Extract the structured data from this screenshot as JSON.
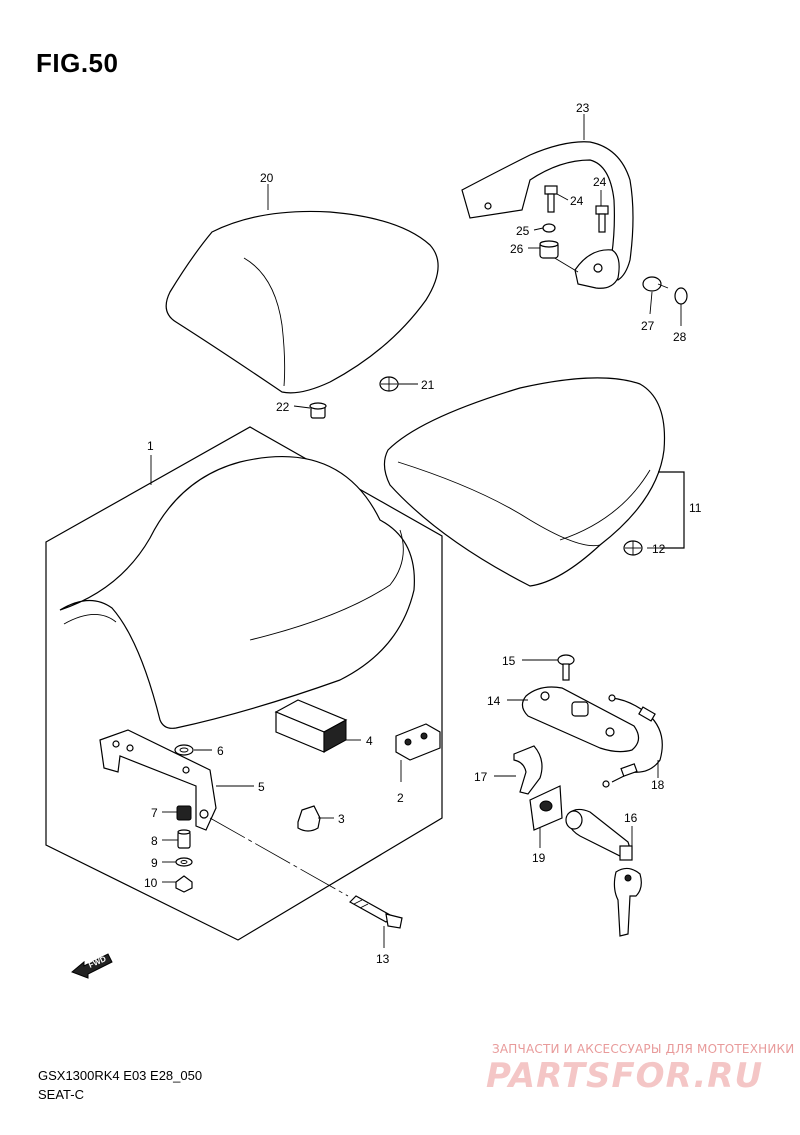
{
  "figure": {
    "title": "FIG.50"
  },
  "footer": {
    "model_code": "GSX1300RK4 E03 E28_050",
    "section": "SEAT-C"
  },
  "watermark": {
    "tagline": "ЗАПЧАСТИ И АКСЕССУАРЫ ДЛЯ МОТОТЕХНИКИ",
    "brand": "PARTSFOR.RU"
  },
  "fwd_label": "FWD",
  "callouts": [
    "1",
    "2",
    "3",
    "4",
    "5",
    "6",
    "7",
    "8",
    "9",
    "10",
    "11",
    "12",
    "13",
    "14",
    "15",
    "16",
    "17",
    "18",
    "19",
    "20",
    "21",
    "22",
    "23",
    "24",
    "24",
    "25",
    "26",
    "27",
    "28"
  ]
}
